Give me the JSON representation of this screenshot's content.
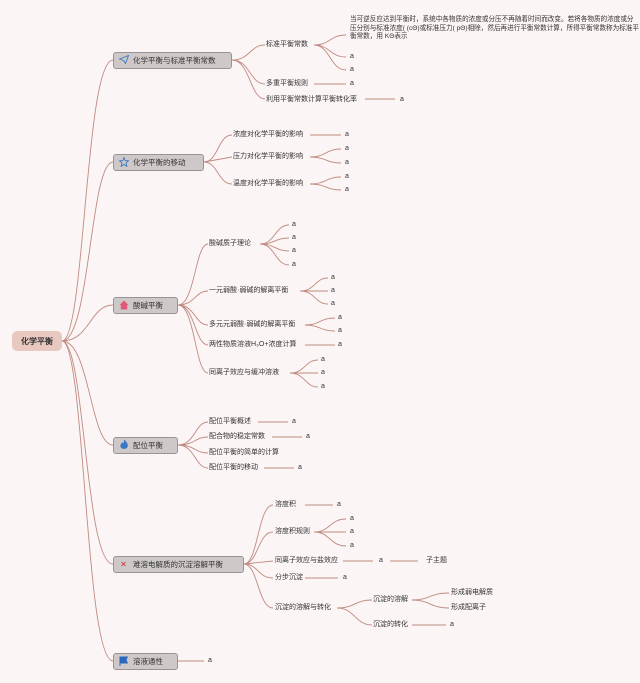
{
  "root": "化学平衡",
  "topics": {
    "t1": {
      "label": "化学平衡与标准平衡常数",
      "icon": "paper-plane-icon"
    },
    "t2": {
      "label": "化学平衡的移动",
      "icon": "star-icon"
    },
    "t3": {
      "label": "酸碱平衡",
      "icon": "home-icon"
    },
    "t4": {
      "label": "配位平衡",
      "icon": "flame-icon"
    },
    "t5": {
      "label": "难溶电解质的沉淀溶解平衡",
      "icon": "cross-icon"
    },
    "t6": {
      "label": "溶液通性",
      "icon": "flag-icon"
    }
  },
  "t1": {
    "s1": "标准平衡常数",
    "s1_note": "当可逆反应达到平衡时，系统中各物质的浓度或分压不再随着时间而改变。若将各物质的浓度或分压分别与标准浓度( (cΘ)或标准压力( pΘ)相除，然后再进行平衡常数计算，所得平衡常数称为标准平衡常数，用 KΘ表示",
    "s2": "多重平衡规则",
    "s3": "利用平衡常数计算平衡转化率"
  },
  "t2": {
    "s1": "浓度对化学平衡的影响",
    "s2": "压力对化学平衡的影响",
    "s3": "温度对化学平衡的影响"
  },
  "t3": {
    "s1": "酸碱质子理论",
    "s2": "一元弱酸·弱碱的解离平衡",
    "s3": "多元元弱酸·弱碱的解离平衡",
    "s4": "两性物质溶液H₃O+浓度计算",
    "s5": "同离子效应与缓冲溶液"
  },
  "t4": {
    "s1": "配位平衡概述",
    "s2": "配合物的稳定常数",
    "s3": "配位平衡的简单的计算",
    "s4": "配位平衡的移动"
  },
  "t5": {
    "s1": "溶度积",
    "s2": "溶度积规则",
    "s3": "同离子效应与盐效应",
    "s3_sub": "子主题",
    "s4": "分步沉淀",
    "s5": "沉淀的溶解与转化",
    "s5a": "沉淀的溶解",
    "s5a1": "形成弱电解质",
    "s5a2": "形成配离子",
    "s5b": "沉淀的转化"
  },
  "leaf": "a",
  "colors": {
    "line": "#c08a80",
    "topic_bg": "#cfc8c8",
    "root_bg": "#e9c9bf",
    "background": "#fcf5f5"
  }
}
